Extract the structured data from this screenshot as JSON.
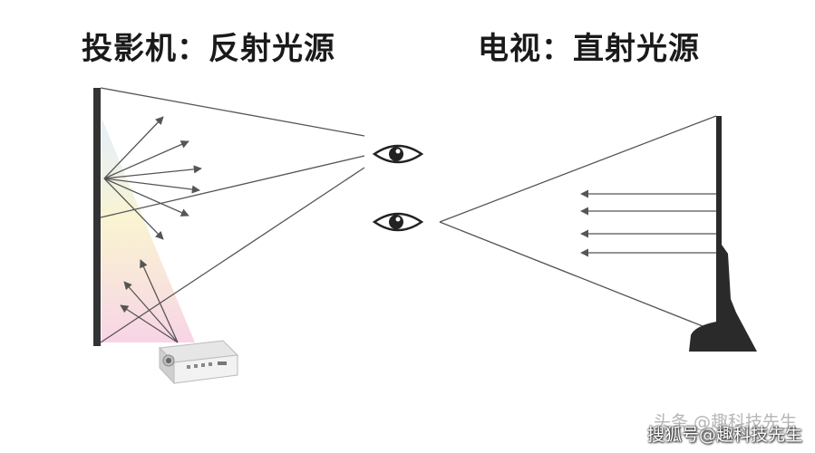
{
  "titles": {
    "left": "投影机：反射光源",
    "right": "电视：直射光源"
  },
  "watermark": {
    "back": "头条 @趣科技先生",
    "front": "搜狐号@趣科技先生"
  },
  "colors": {
    "line": "#555555",
    "screen": "#333333",
    "tv": "#2a2a2a",
    "beam_pink": "#f6c9e0",
    "beam_yellow": "#f7efbf",
    "beam_blue": "#cfe3f5"
  }
}
